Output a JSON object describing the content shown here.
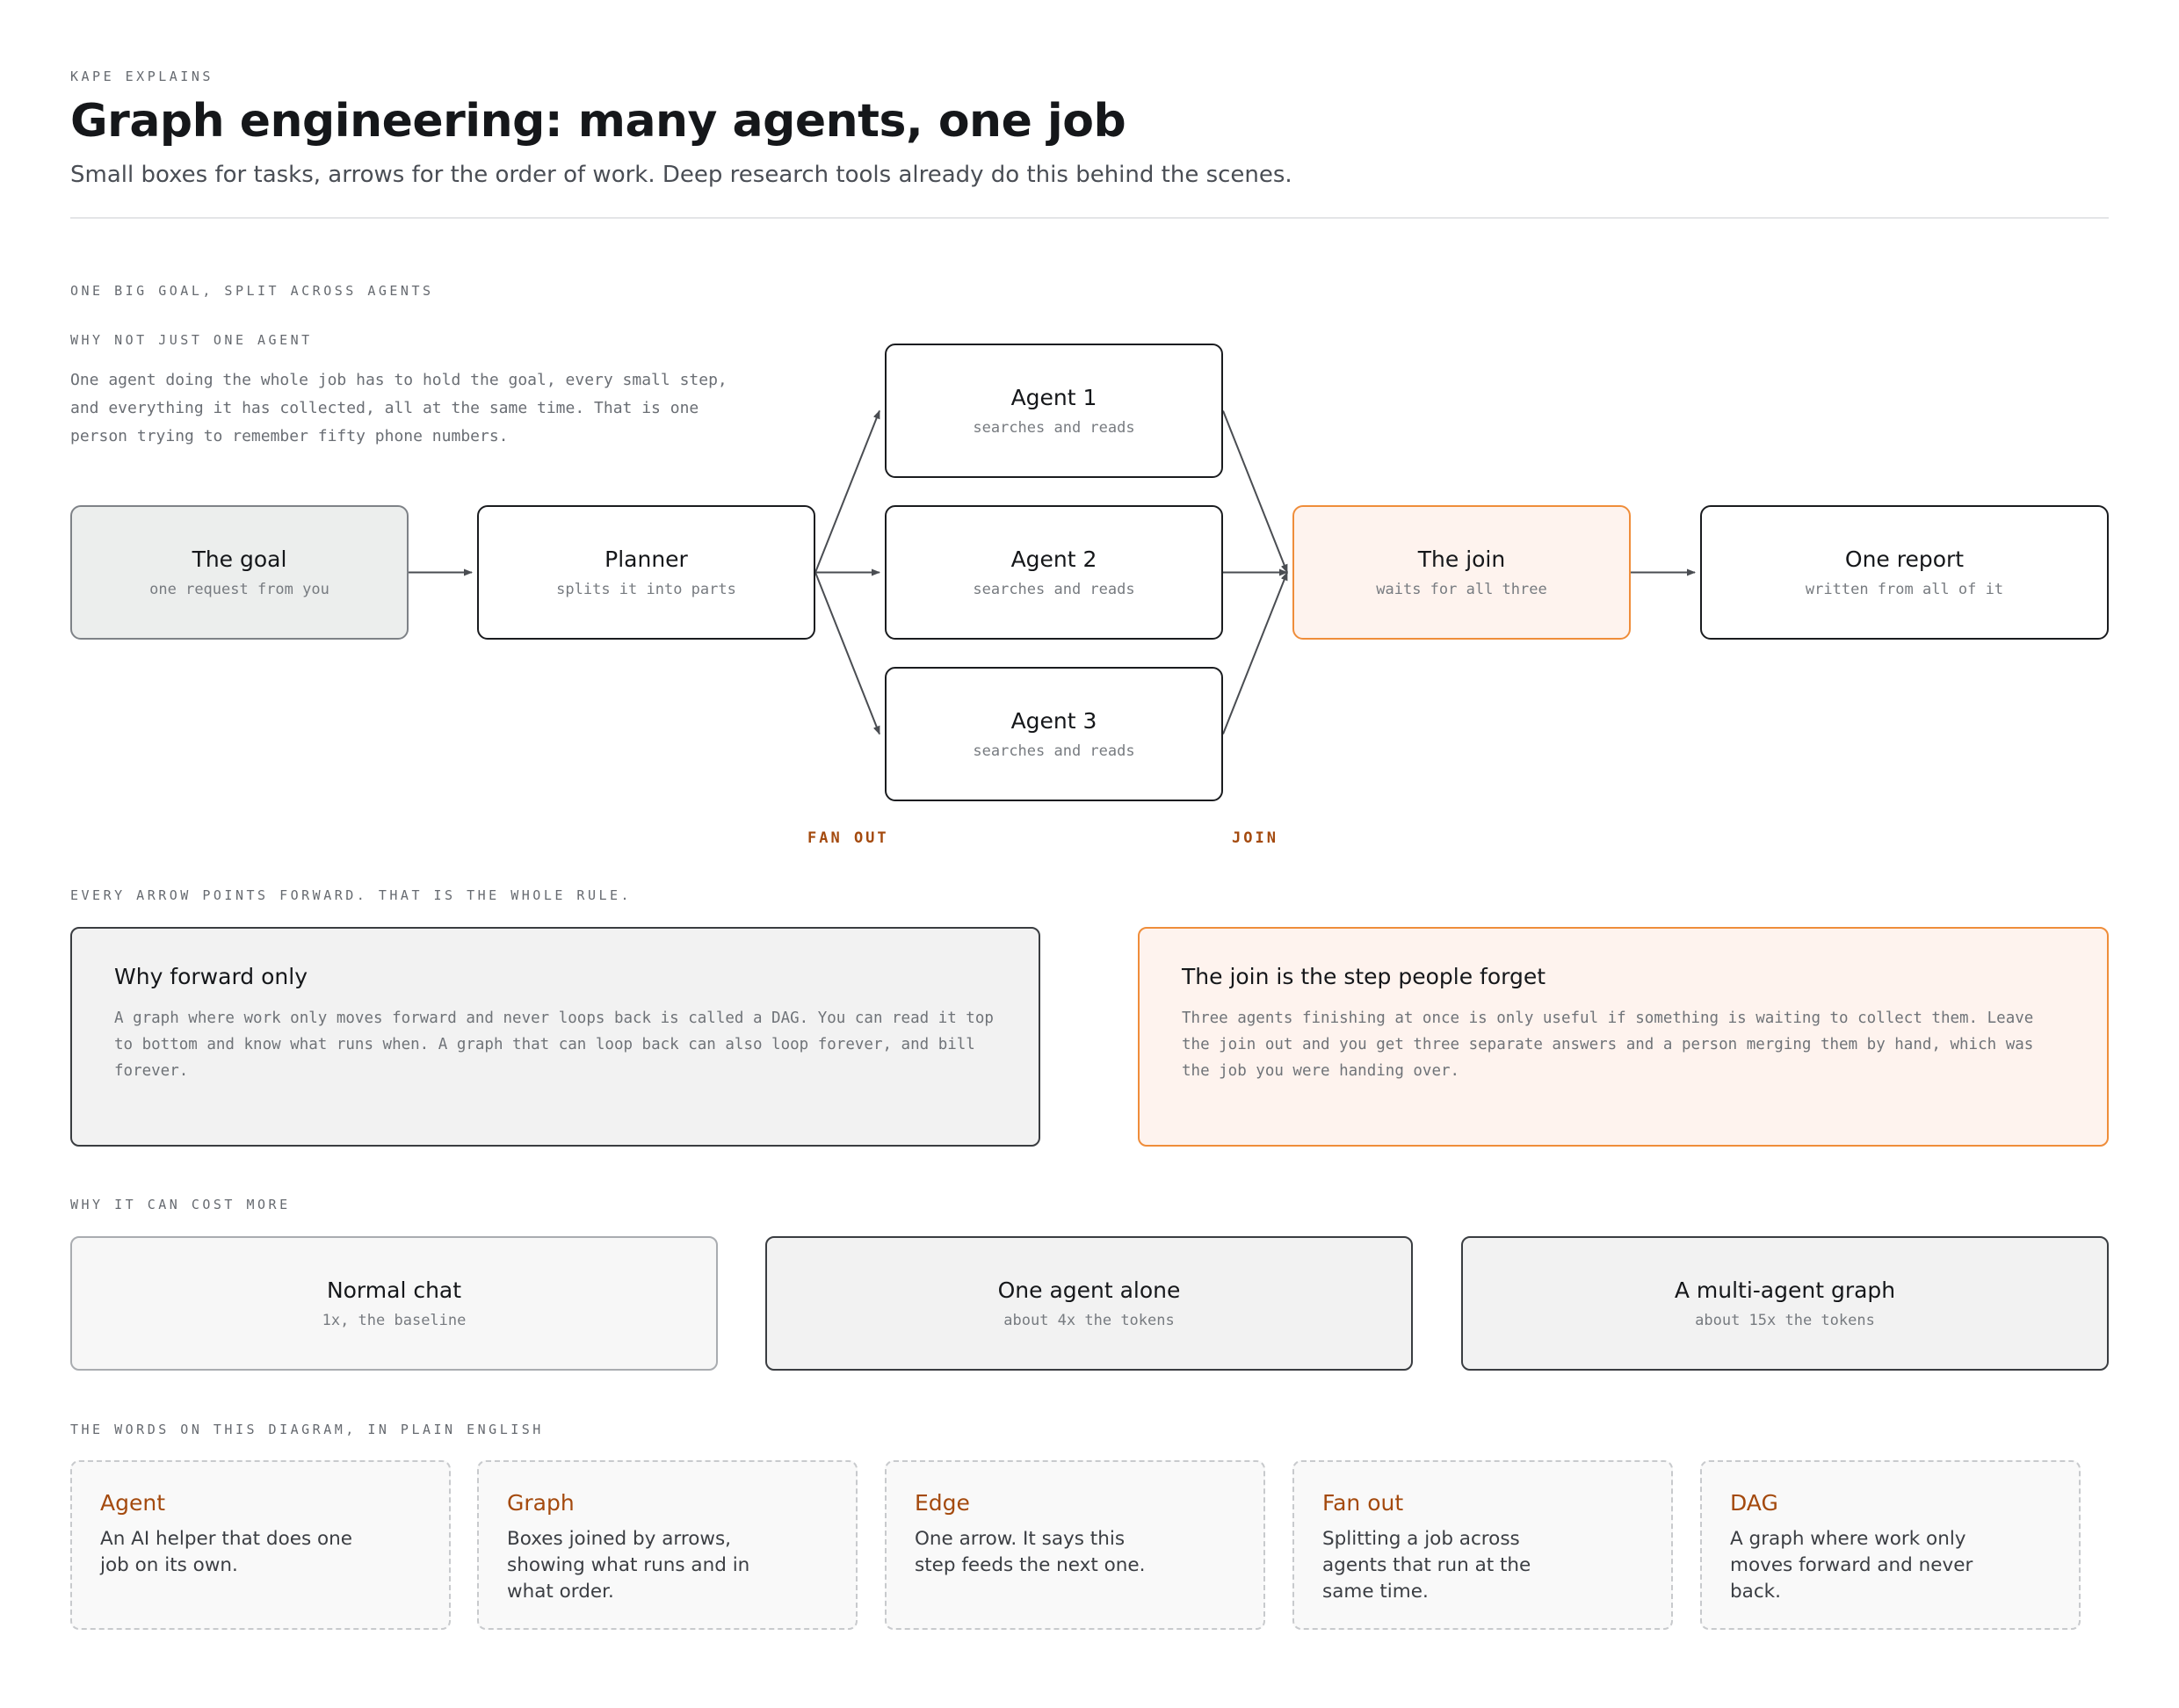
{
  "header": {
    "eyebrow": "KAPE EXPLAINS",
    "title": "Graph engineering: many agents, one job",
    "subtitle": "Small boxes for tasks, arrows for the order of work. Deep research tools already do this behind the scenes."
  },
  "flow": {
    "section_label": "ONE BIG GOAL, SPLIT ACROSS AGENTS",
    "why_label": "WHY NOT JUST ONE AGENT",
    "why_text": "One agent doing the whole job has to hold the goal, every small step, and everything it has collected, all at the same time. That is one person trying to remember fifty phone numbers.",
    "nodes": {
      "goal": {
        "title": "The goal",
        "sub": "one request from you"
      },
      "planner": {
        "title": "Planner",
        "sub": "splits it into parts"
      },
      "agent1": {
        "title": "Agent 1",
        "sub": "searches and reads"
      },
      "agent2": {
        "title": "Agent 2",
        "sub": "searches and reads"
      },
      "agent3": {
        "title": "Agent 3",
        "sub": "searches and reads"
      },
      "join": {
        "title": "The join",
        "sub": "waits for all three"
      },
      "report": {
        "title": "One report",
        "sub": "written from all of it"
      }
    },
    "edges": [
      [
        "goal",
        "planner"
      ],
      [
        "planner",
        "agent1"
      ],
      [
        "planner",
        "agent2"
      ],
      [
        "planner",
        "agent3"
      ],
      [
        "agent1",
        "join"
      ],
      [
        "agent2",
        "join"
      ],
      [
        "agent3",
        "join"
      ],
      [
        "join",
        "report"
      ]
    ],
    "fan_out_label": "FAN OUT",
    "join_label": "JOIN"
  },
  "forward": {
    "section_label": "EVERY ARROW POINTS FORWARD. THAT IS THE WHOLE RULE.",
    "left": {
      "title": "Why forward only",
      "body": "A graph where work only moves forward and never loops back is called a DAG. You can read it top to bottom and know what runs when. A graph that can loop back can also loop forever, and bill forever."
    },
    "right": {
      "title": "The join is the step people forget",
      "body": "Three agents finishing at once is only useful if something is waiting to collect them. Leave the join out and you get three separate answers and a person merging them by hand, which was the job you were handing over."
    }
  },
  "cost": {
    "section_label": "WHY IT CAN COST MORE",
    "items": [
      {
        "title": "Normal chat",
        "sub": "1x, the baseline"
      },
      {
        "title": "One agent alone",
        "sub": "about 4x the tokens"
      },
      {
        "title": "A multi-agent graph",
        "sub": "about 15x the tokens"
      }
    ]
  },
  "glossary": {
    "section_label": "THE WORDS ON THIS DIAGRAM, IN PLAIN ENGLISH",
    "terms": [
      {
        "term": "Agent",
        "def": "An AI helper that does one job on its own."
      },
      {
        "term": "Graph",
        "def": "Boxes joined by arrows, showing what runs and in what order."
      },
      {
        "term": "Edge",
        "def": "One arrow. It says this step feeds the next one."
      },
      {
        "term": "Fan out",
        "def": "Splitting a job across agents that run at the same time."
      },
      {
        "term": "DAG",
        "def": "A graph where work only moves forward and never back."
      }
    ]
  },
  "colors": {
    "accent": "#ef8d3a",
    "accent_text": "#a44a0e",
    "join_fill": "#fef3ee",
    "goal_fill": "#eceeed"
  }
}
